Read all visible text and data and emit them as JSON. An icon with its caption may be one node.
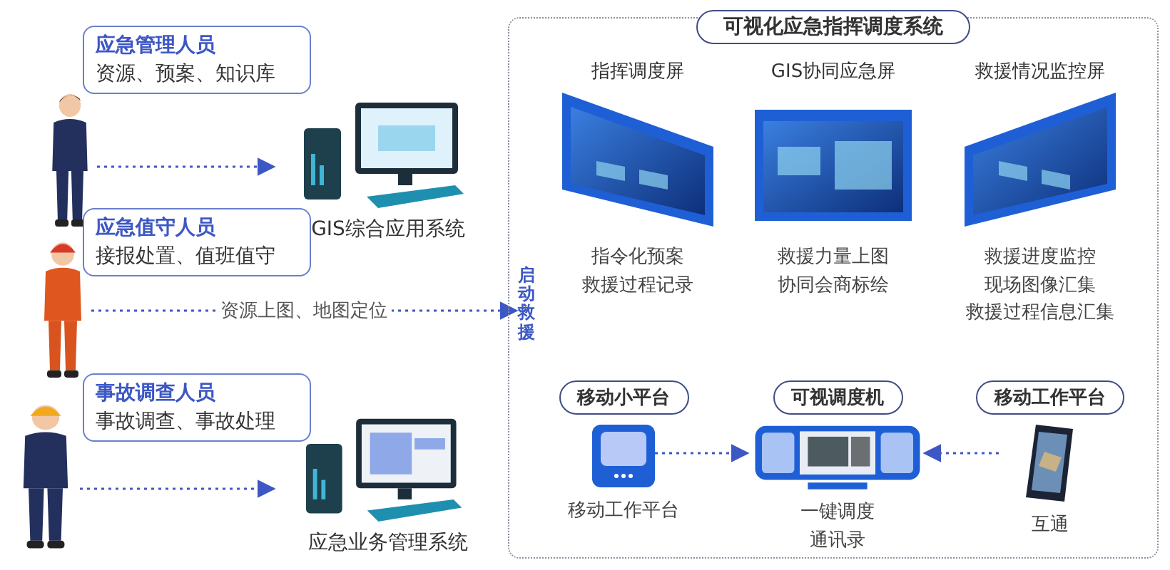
{
  "diagram": {
    "nodes": [
      {
        "text": [
          "应急管理人员",
          "资源、预案、知识库"
        ]
      },
      {
        "text": [],
        "shape": "person"
      },
      {
        "text": [
          "GIS综合应用系统"
        ]
      },
      {
        "text": [
          "应急值守人员",
          "接报处置、值班值守"
        ]
      },
      {
        "text": [],
        "shape": "person"
      },
      {
        "text": [
          "事故调查人员",
          "事故调查、事故处理"
        ]
      },
      {
        "text": [],
        "shape": "person"
      },
      {
        "text": [
          "应急业务管理系统"
        ]
      },
      {
        "text": [
          "可视化应急指挥调度系统"
        ]
      },
      {
        "text": [
          "启动救援"
        ],
        "in": 8
      },
      {
        "text": [
          "指挥调度屏"
        ],
        "beside": [
          "指令化预案",
          "救援过程记录"
        ],
        "in": 8
      },
      {
        "text": [
          "GIS协同应急屏"
        ],
        "beside": [
          "救援力量上图",
          "协同会商标绘"
        ],
        "in": 8
      },
      {
        "text": [
          "救援情况监控屏"
        ],
        "beside": [
          "救援进度监控",
          "现场图像汇集",
          "救援过程信息汇集"
        ],
        "in": 8
      },
      {
        "text": [
          "移动小平台"
        ],
        "beside": [
          "移动工作平台"
        ],
        "in": 8
      },
      {
        "text": [
          "可视调度机"
        ],
        "beside": [
          "一键调度通讯录"
        ],
        "in": 8
      },
      {
        "text": [
          "移动工作平台"
        ],
        "beside": [
          "互通"
        ],
        "in": 8
      }
    ],
    "edges": [
      {
        "from": 1,
        "to": 2,
        "arrow": "to"
      },
      {
        "from": 4,
        "to": 9,
        "arrow": "to",
        "label": "资源上图、地图定位"
      },
      {
        "from": 6,
        "to": 7,
        "arrow": "to"
      },
      {
        "from": 13,
        "to": 14,
        "arrow": "to"
      },
      {
        "from": 15,
        "to": 14,
        "arrow": "to"
      }
    ]
  }
}
